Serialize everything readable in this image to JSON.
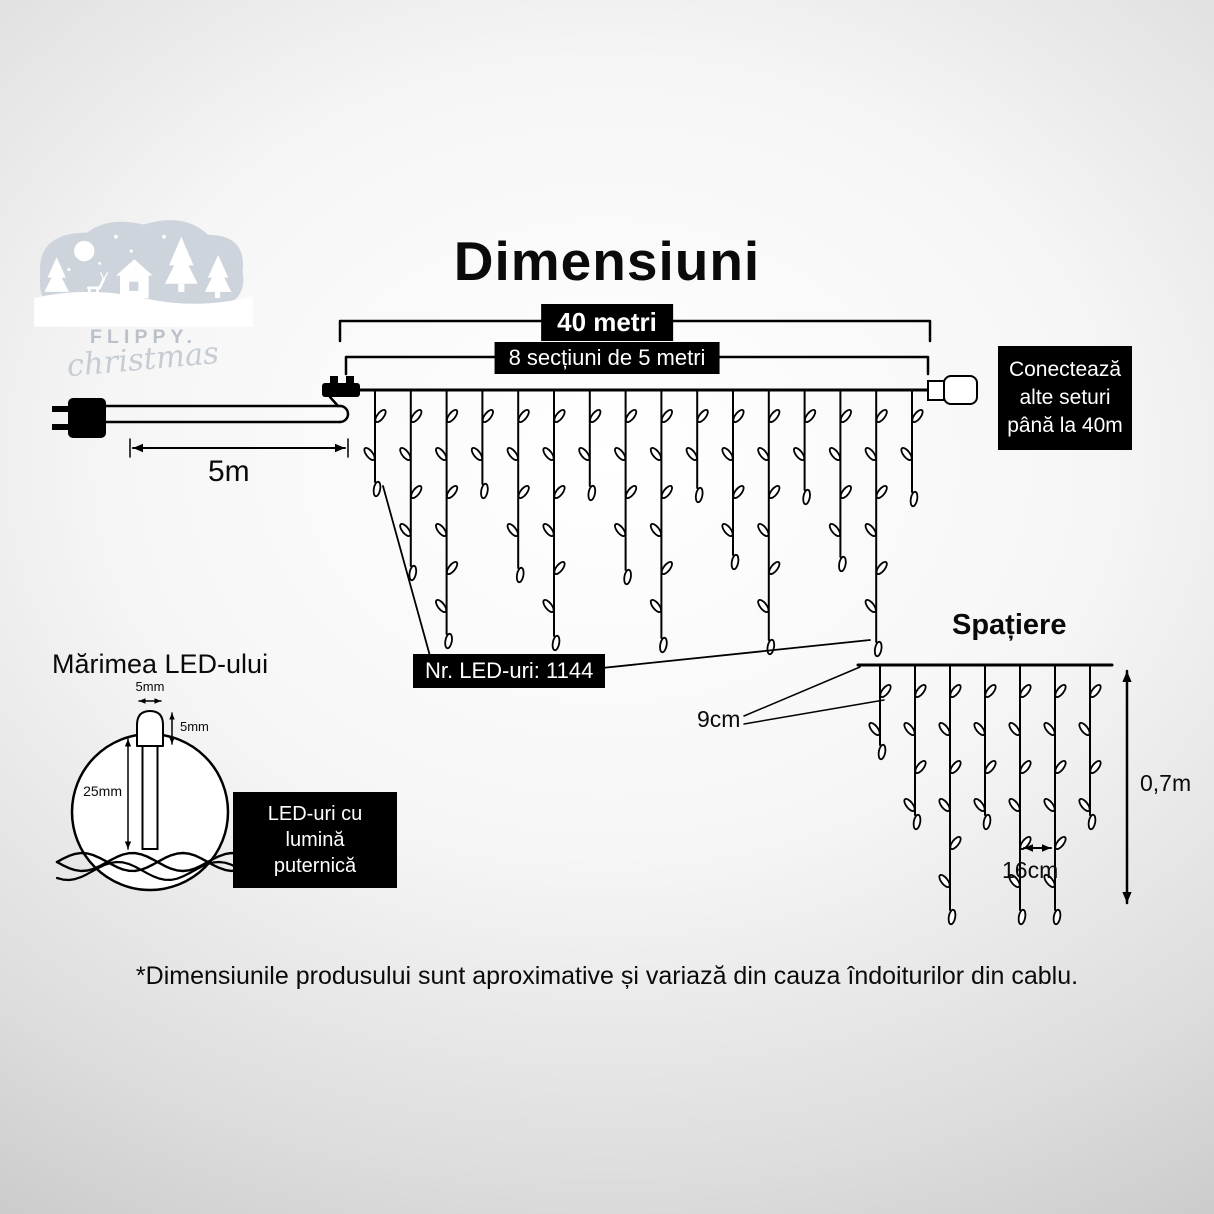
{
  "title": "Dimensiuni",
  "logo": {
    "brand_top": "FLIPPY.",
    "brand_script": "christmas"
  },
  "dimensions": {
    "total_length": "40 metri",
    "sections": "8 secțiuni de 5 metri",
    "lead_length": "5m",
    "connect_note": "Conectează\nalte seturi\npână la 40m",
    "led_count": "Nr. LED-uri: 1144"
  },
  "spacing": {
    "title": "Spațiere",
    "bulb_spacing": "9cm",
    "horizontal_spacing": "16cm",
    "drop_length": "0,7m"
  },
  "led_size": {
    "title": "Mărimea LED-ului",
    "cap_width": "5mm",
    "cap_height": "5mm",
    "body_length": "25mm",
    "note": "LED-uri cu lumină\nputernică"
  },
  "footer": {
    "disclaimer": "*Dimensiunile produsului sunt aproximative și variază din cauza îndoiturilor din cablu."
  },
  "colors": {
    "ink": "#000000",
    "label_bg": "#000000",
    "label_fg": "#ffffff",
    "logo_gray": "#cdd4db"
  }
}
